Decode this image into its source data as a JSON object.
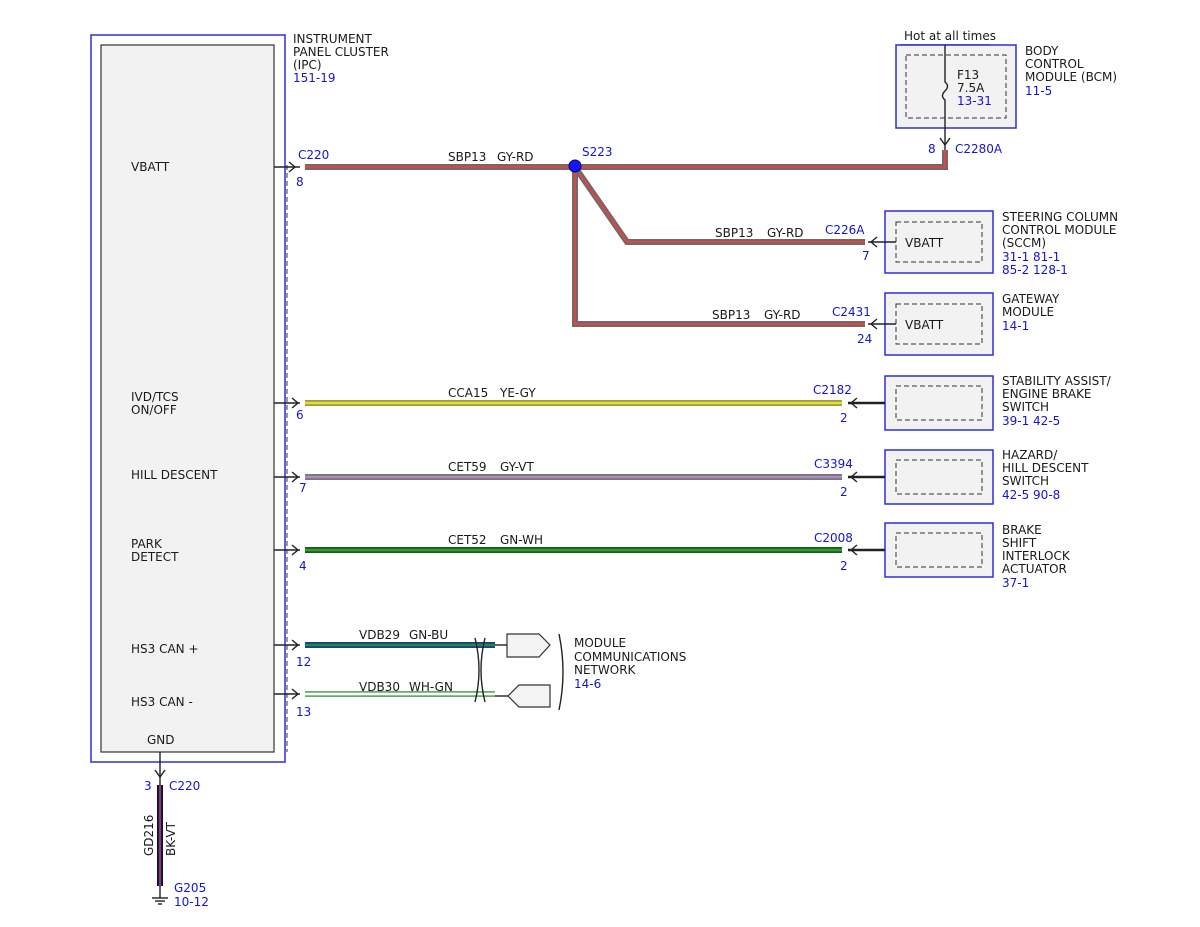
{
  "colors": {
    "gy_rd_core": "#d04a4a",
    "gy_rd_edge": "#6b6b6b",
    "ye_gy_core": "#e6e020",
    "ye_gy_edge": "#9a9a50",
    "gy_vt_core": "#b08ac0",
    "gy_vt_edge": "#777777",
    "gn_wh_core": "#2e9e2e",
    "gn_wh_edge": "#1a5a1a",
    "gn_bu_core": "#1f8a3a",
    "gn_bu_edge": "#1a3e8a",
    "wh_gn_core": "#ffffff",
    "wh_gn_edge": "#6aaa6a",
    "bk_vt_core": "#7a3a8a",
    "bk_vt_edge": "#111111",
    "label_blue": "#1414d2",
    "box_blue": "#2f2fd8"
  },
  "ipc": {
    "title1": "INSTRUMENT",
    "title2": "PANEL CLUSTER",
    "title3": "(IPC)",
    "ref": "151-19",
    "pins": {
      "vbatt": "VBATT",
      "ivd1": "IVD/TCS",
      "ivd2": "ON/OFF",
      "hill": "HILL DESCENT",
      "park1": "PARK",
      "park2": "DETECT",
      "canp": "HS3 CAN +",
      "canm": "HS3 CAN -",
      "gnd": "GND"
    },
    "connector": "C220",
    "pin_vbatt": "8",
    "pin_ivd": "6",
    "pin_hill": "7",
    "pin_park": "4",
    "pin_canp": "12",
    "pin_canm": "13",
    "pin_gnd": "3",
    "gnd_connector": "C220"
  },
  "bcm": {
    "hot": "Hot at all times",
    "title1": "BODY",
    "title2": "CONTROL",
    "title3": "MODULE (BCM)",
    "ref": "11-5",
    "fuse_name": "F13",
    "fuse_rating": "7.5A",
    "fuse_ref": "13-31",
    "pin": "8",
    "connector": "C2280A"
  },
  "splice": {
    "name": "S223"
  },
  "wires": {
    "vbatt_main_circuit": "SBP13",
    "vbatt_main_color": "GY-RD",
    "sccm_circuit": "SBP13",
    "sccm_color": "GY-RD",
    "gw_circuit": "SBP13",
    "gw_color": "GY-RD",
    "ivd_circuit": "CCA15",
    "ivd_color": "YE-GY",
    "hill_circuit": "CET59",
    "hill_color": "GY-VT",
    "park_circuit": "CET52",
    "park_color": "GN-WH",
    "canp_circuit": "VDB29",
    "canp_color": "GN-BU",
    "canm_circuit": "VDB30",
    "canm_color": "WH-GN",
    "gnd_circuit": "GD216",
    "gnd_color": "BK-VT"
  },
  "sccm": {
    "title1": "STEERING COLUMN",
    "title2": "CONTROL MODULE",
    "title3": "(SCCM)",
    "ref1": "31-1   81-1",
    "ref2": "85-2   128-1",
    "pin_label": "VBATT",
    "connector": "C226A",
    "pin": "7"
  },
  "gateway": {
    "title1": "GATEWAY",
    "title2": "MODULE",
    "ref": "14-1",
    "pin_label": "VBATT",
    "connector": "C2431",
    "pin": "24"
  },
  "stability": {
    "title1": "STABILITY ASSIST/",
    "title2": "ENGINE BRAKE",
    "title3": "SWITCH",
    "ref": "39-1   42-5",
    "connector": "C2182",
    "pin": "2"
  },
  "hazard": {
    "title1": "HAZARD/",
    "title2": "HILL DESCENT",
    "title3": "SWITCH",
    "ref": "42-5   90-8",
    "connector": "C3394",
    "pin": "2"
  },
  "brake": {
    "title1": "BRAKE",
    "title2": "SHIFT",
    "title3": "INTERLOCK",
    "title4": "ACTUATOR",
    "ref": "37-1",
    "connector": "C2008",
    "pin": "2"
  },
  "network": {
    "title1": "MODULE",
    "title2": "COMMUNICATIONS",
    "title3": "NETWORK",
    "ref": "14-6"
  },
  "ground": {
    "name": "G205",
    "ref": "10-12"
  }
}
